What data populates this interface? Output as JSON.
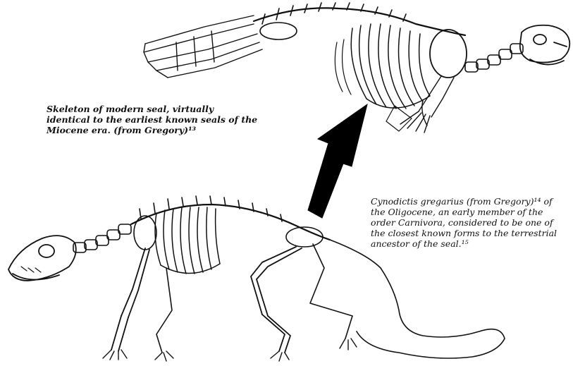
{
  "figure": {
    "caption_seal": "Skeleton of modern seal, virtually identical to the earliest known seals of the Miocene era. (from Gregory)¹³",
    "caption_cynodictis": "Cynodictis gregarius (from Gregory)¹⁴ of the Oligocene, an early member of the order Carnivora, considered to be one of the closest known forms to the terrestrial ancestor of the seal.¹⁵"
  },
  "colors": {
    "ink": "#111111",
    "background": "#ffffff"
  },
  "illustrations": {
    "top": "seal-skeleton",
    "bottom": "cynodictis-skeleton",
    "connector": "evolution-arrow"
  }
}
